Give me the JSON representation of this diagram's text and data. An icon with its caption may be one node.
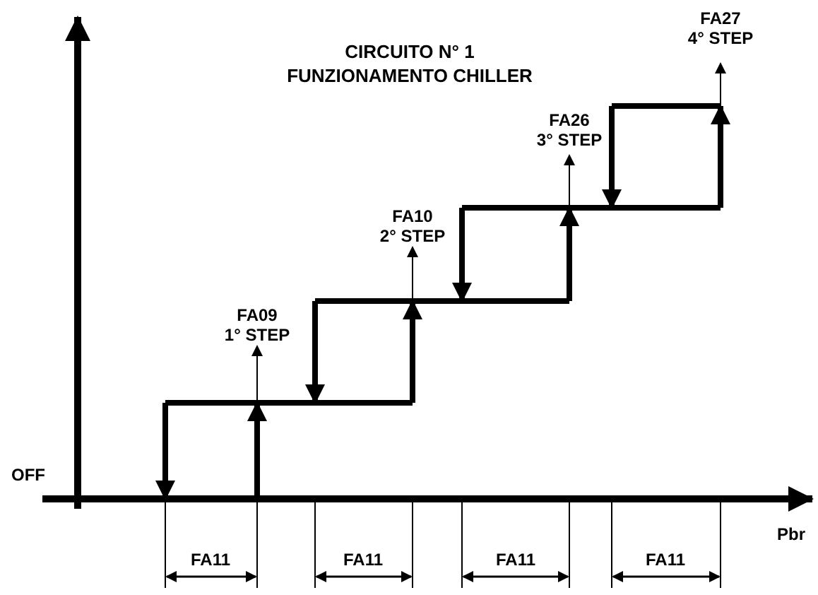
{
  "diagram": {
    "title": "CIRCUITO N° 1 FUNZIONAMENTO CHILLER",
    "labels": [
      "FA27 4° STEP",
      "FA26 3° STEP",
      "FA10 2° STEP",
      "FA09 1° STEP",
      "OFF",
      "Pbr",
      "FA11",
      "FA11",
      "FA11",
      "FA11"
    ]
  }
}
